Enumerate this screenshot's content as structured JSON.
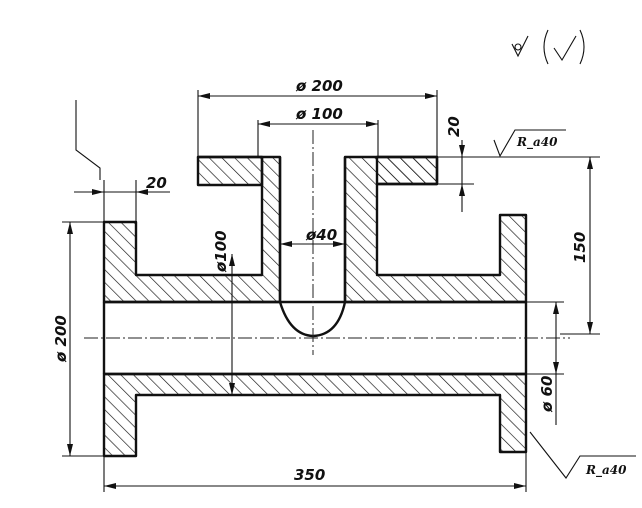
{
  "drawing": {
    "dimensions": {
      "flange_dia_top": "ø 200",
      "bore_dia_top": "ø 100",
      "flange_thk_top": "20",
      "flange_thk_left": "20",
      "branch_height": "150",
      "inner_bore_40": "ø40",
      "inner_bore_100": "ø100",
      "main_flange_dia": "ø 200",
      "small_dia_60": "ø 60",
      "overall_length": "350"
    },
    "roughness": {
      "general": "√(√)",
      "top_callout": "R_a40",
      "bottom_callout": "R_a40"
    }
  }
}
